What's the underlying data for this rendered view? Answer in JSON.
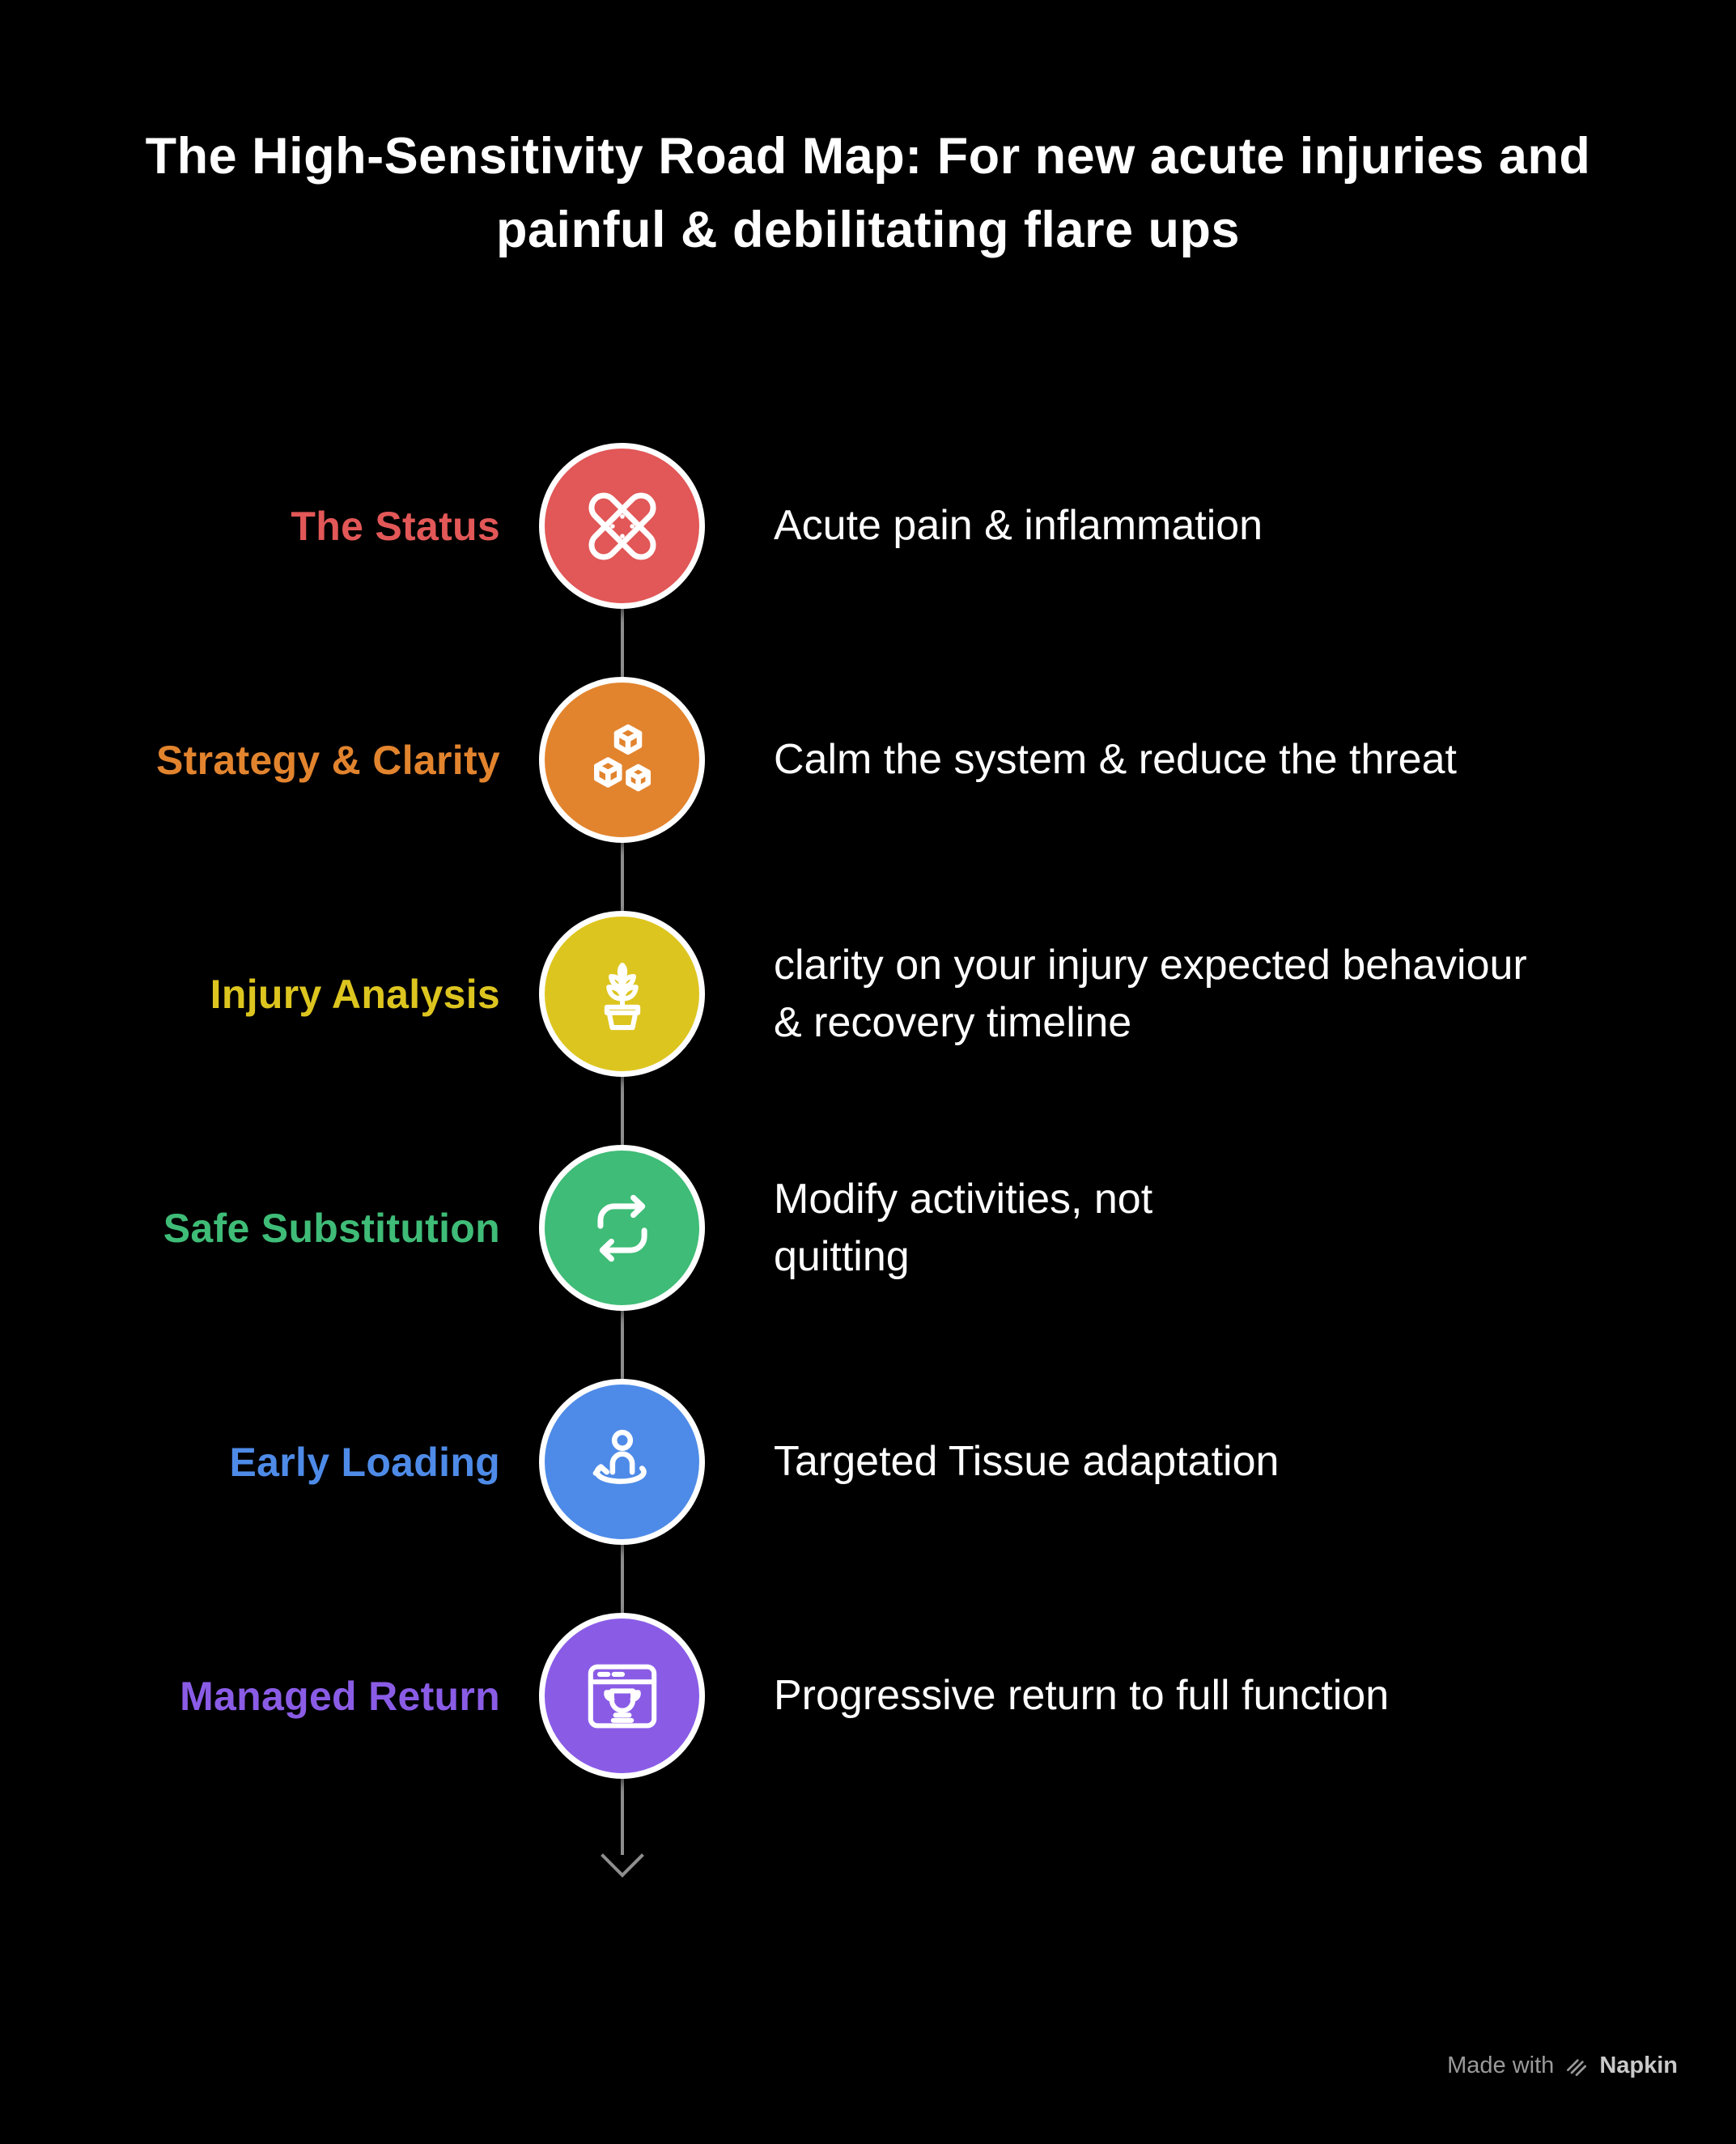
{
  "page": {
    "background": "#000000",
    "title": "The High-Sensitivity Road Map: For new acute injuries and\npainful & debilitating flare ups",
    "title_color": "#ffffff"
  },
  "timeline": {
    "connector_color": "#8e8e8e",
    "steps": [
      {
        "label": "The Status",
        "description": "Acute pain & inflammation",
        "color": "#e25757",
        "icon": "bandage-icon"
      },
      {
        "label": "Strategy & Clarity",
        "description": "Calm the system & reduce the threat",
        "color": "#e2842e",
        "icon": "cubes-icon"
      },
      {
        "label": "Injury Analysis",
        "description": "clarity on your injury expected behaviour\n& recovery timeline",
        "color": "#ddc51f",
        "icon": "potted-plant-icon"
      },
      {
        "label": "Safe Substitution",
        "description": "Modify activities, not\nquitting",
        "color": "#3fbc77",
        "icon": "swap-arrows-icon"
      },
      {
        "label": "Early Loading",
        "description": "Targeted Tissue adaptation",
        "color": "#4e8be8",
        "icon": "person-pivot-icon"
      },
      {
        "label": "Managed Return",
        "description": "Progressive return to full function",
        "color": "#8a5ce6",
        "icon": "trophy-window-icon"
      }
    ]
  },
  "footer": {
    "made_with": "Made with",
    "brand": "Napkin",
    "logo": "napkin-logo-icon"
  }
}
